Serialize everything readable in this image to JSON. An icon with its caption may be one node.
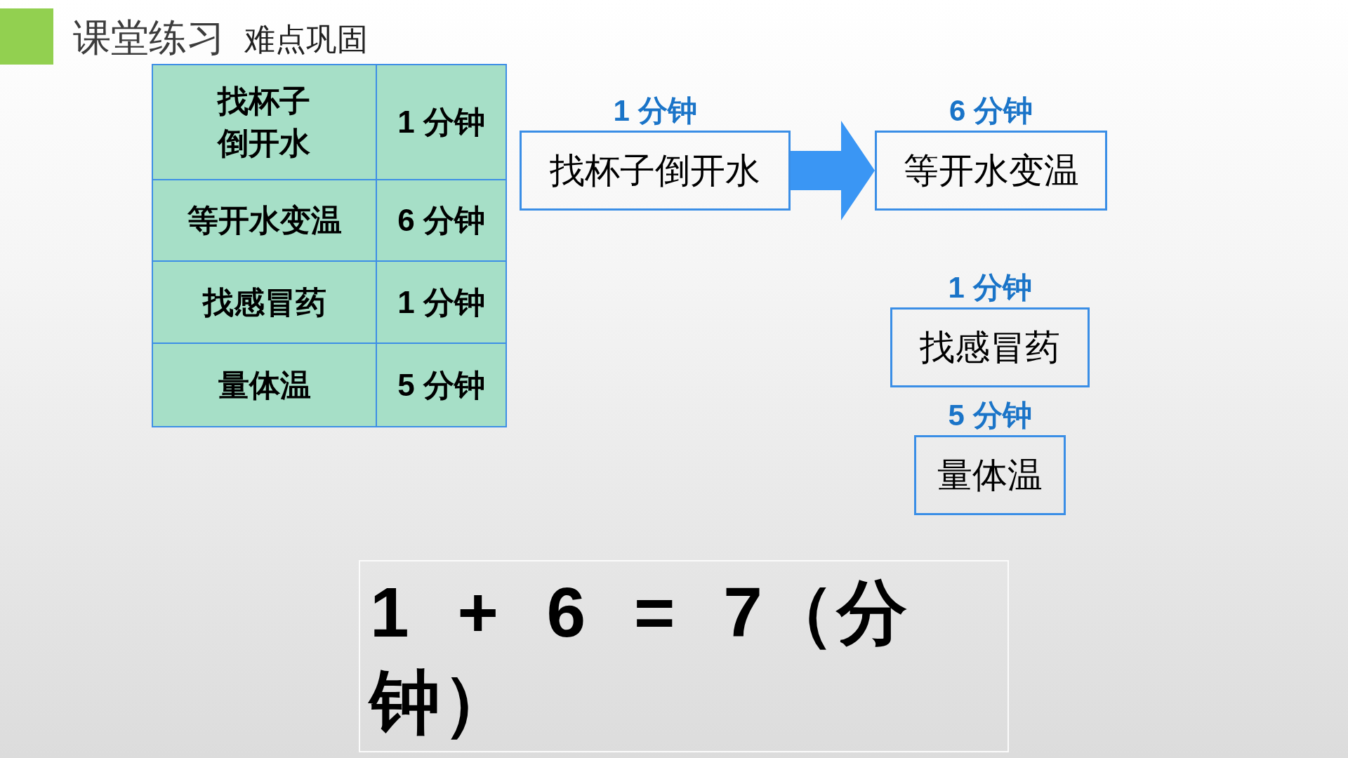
{
  "diagram": {
    "title": "课堂练习",
    "nodes": [
      {
        "text": [
          "找杯子倒开水"
        ],
        "beside": [
          "1 分钟"
        ]
      },
      {
        "text": [
          "等开水变温"
        ],
        "beside": [
          "6 分钟"
        ]
      },
      {
        "text": [
          "找感冒药"
        ],
        "beside": [
          "1 分钟"
        ]
      },
      {
        "text": [
          "量体温"
        ],
        "beside": [
          "5 分钟"
        ]
      },
      {
        "text": [
          "1 + 6 = 7（分钟）"
        ]
      }
    ],
    "edges": [
      {
        "from": 0,
        "to": 1,
        "arrow": "to"
      }
    ],
    "labels": [
      "难点巩固",
      "找杯子倒开水",
      "1 分钟",
      "等开水变温",
      "6 分钟",
      "找感冒药",
      "1 分钟",
      "量体温",
      "5 分钟"
    ]
  }
}
